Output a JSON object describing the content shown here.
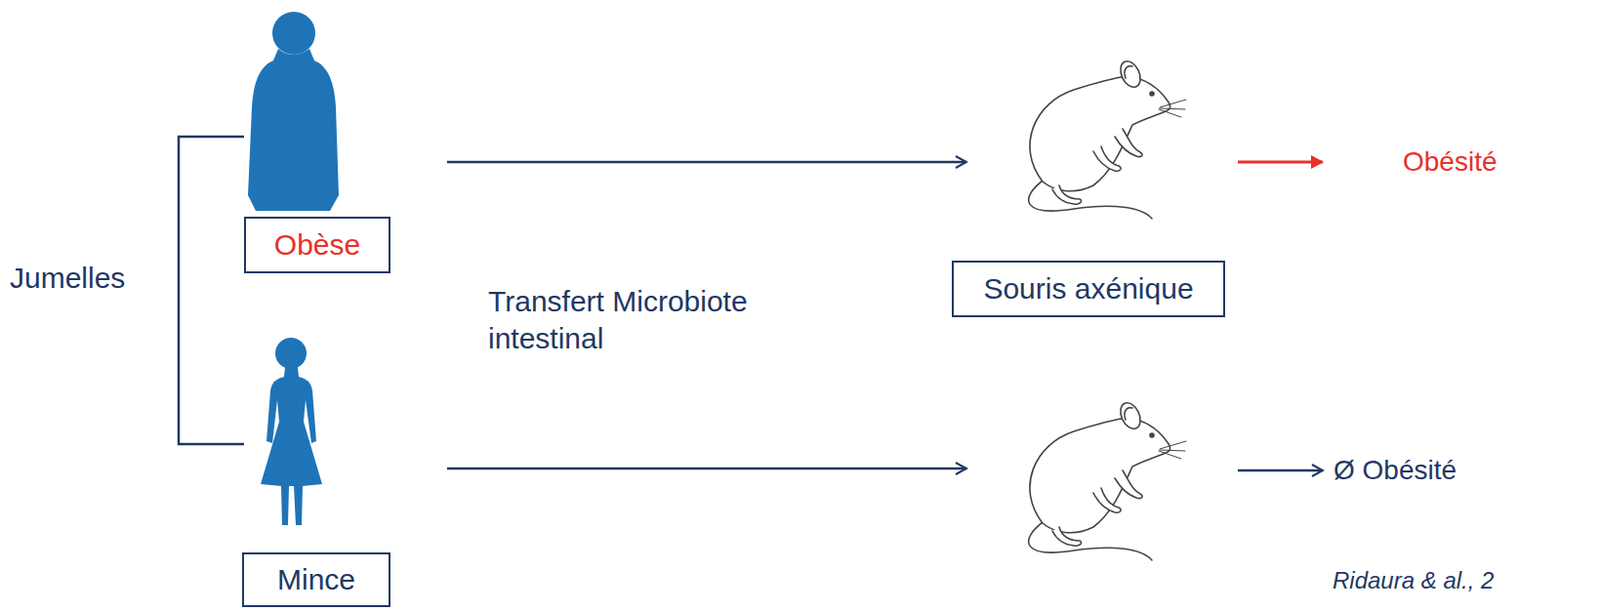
{
  "diagram": {
    "nodes": [
      {
        "text": [
          "Obèse"
        ]
      },
      {
        "text": [
          "Souris axénique"
        ]
      },
      {
        "text": [
          "Mince"
        ]
      }
    ],
    "labels": [
      "Jumelles",
      "Transfert Microbiote intestinal",
      "Obésité",
      "Ø Obésité",
      "Ridaura & al., 2"
    ]
  }
}
